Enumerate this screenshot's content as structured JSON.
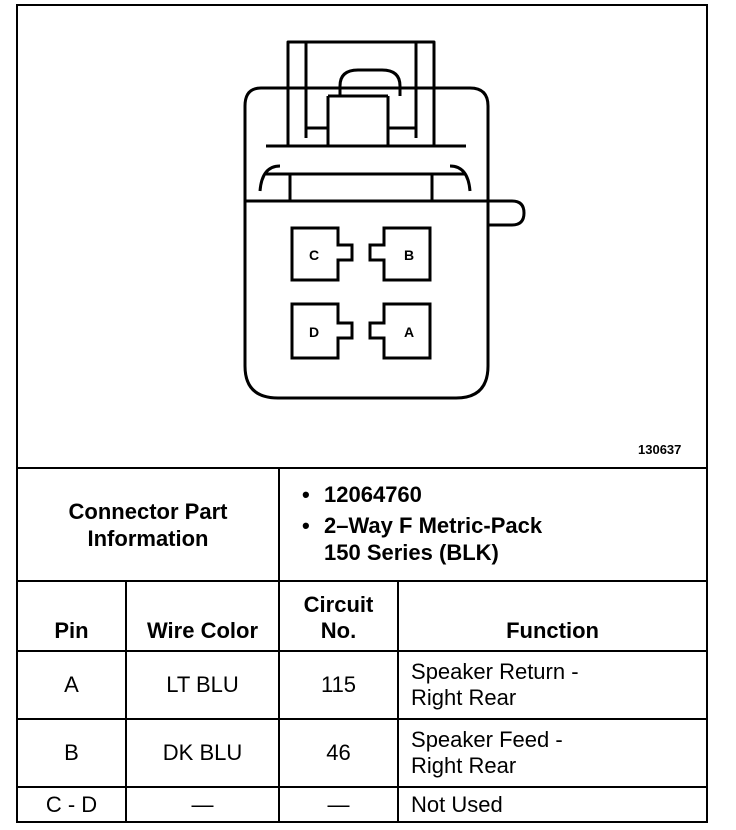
{
  "figure": {
    "id": "130637",
    "cavity_labels": [
      "C",
      "B",
      "D",
      "A"
    ]
  },
  "connector_info": {
    "label_line1": "Connector Part",
    "label_line2": "Information",
    "bullets": [
      {
        "line1": "12064760",
        "line2": ""
      },
      {
        "line1": "2–Way F Metric-Pack",
        "line2": "150 Series (BLK)"
      }
    ]
  },
  "table": {
    "headers": {
      "pin": "Pin",
      "wire_color": "Wire Color",
      "circuit_line1": "Circuit",
      "circuit_line2": "No.",
      "function": "Function"
    },
    "rows": [
      {
        "pin": "A",
        "wire_color": "LT BLU",
        "circuit": "115",
        "function_line1": "Speaker Return -",
        "function_line2": "Right Rear"
      },
      {
        "pin": "B",
        "wire_color": "DK BLU",
        "circuit": "46",
        "function_line1": "Speaker Feed -",
        "function_line2": "Right Rear"
      },
      {
        "pin": "C - D",
        "wire_color": "—",
        "circuit": "—",
        "function_line1": "Not Used",
        "function_line2": ""
      }
    ]
  }
}
